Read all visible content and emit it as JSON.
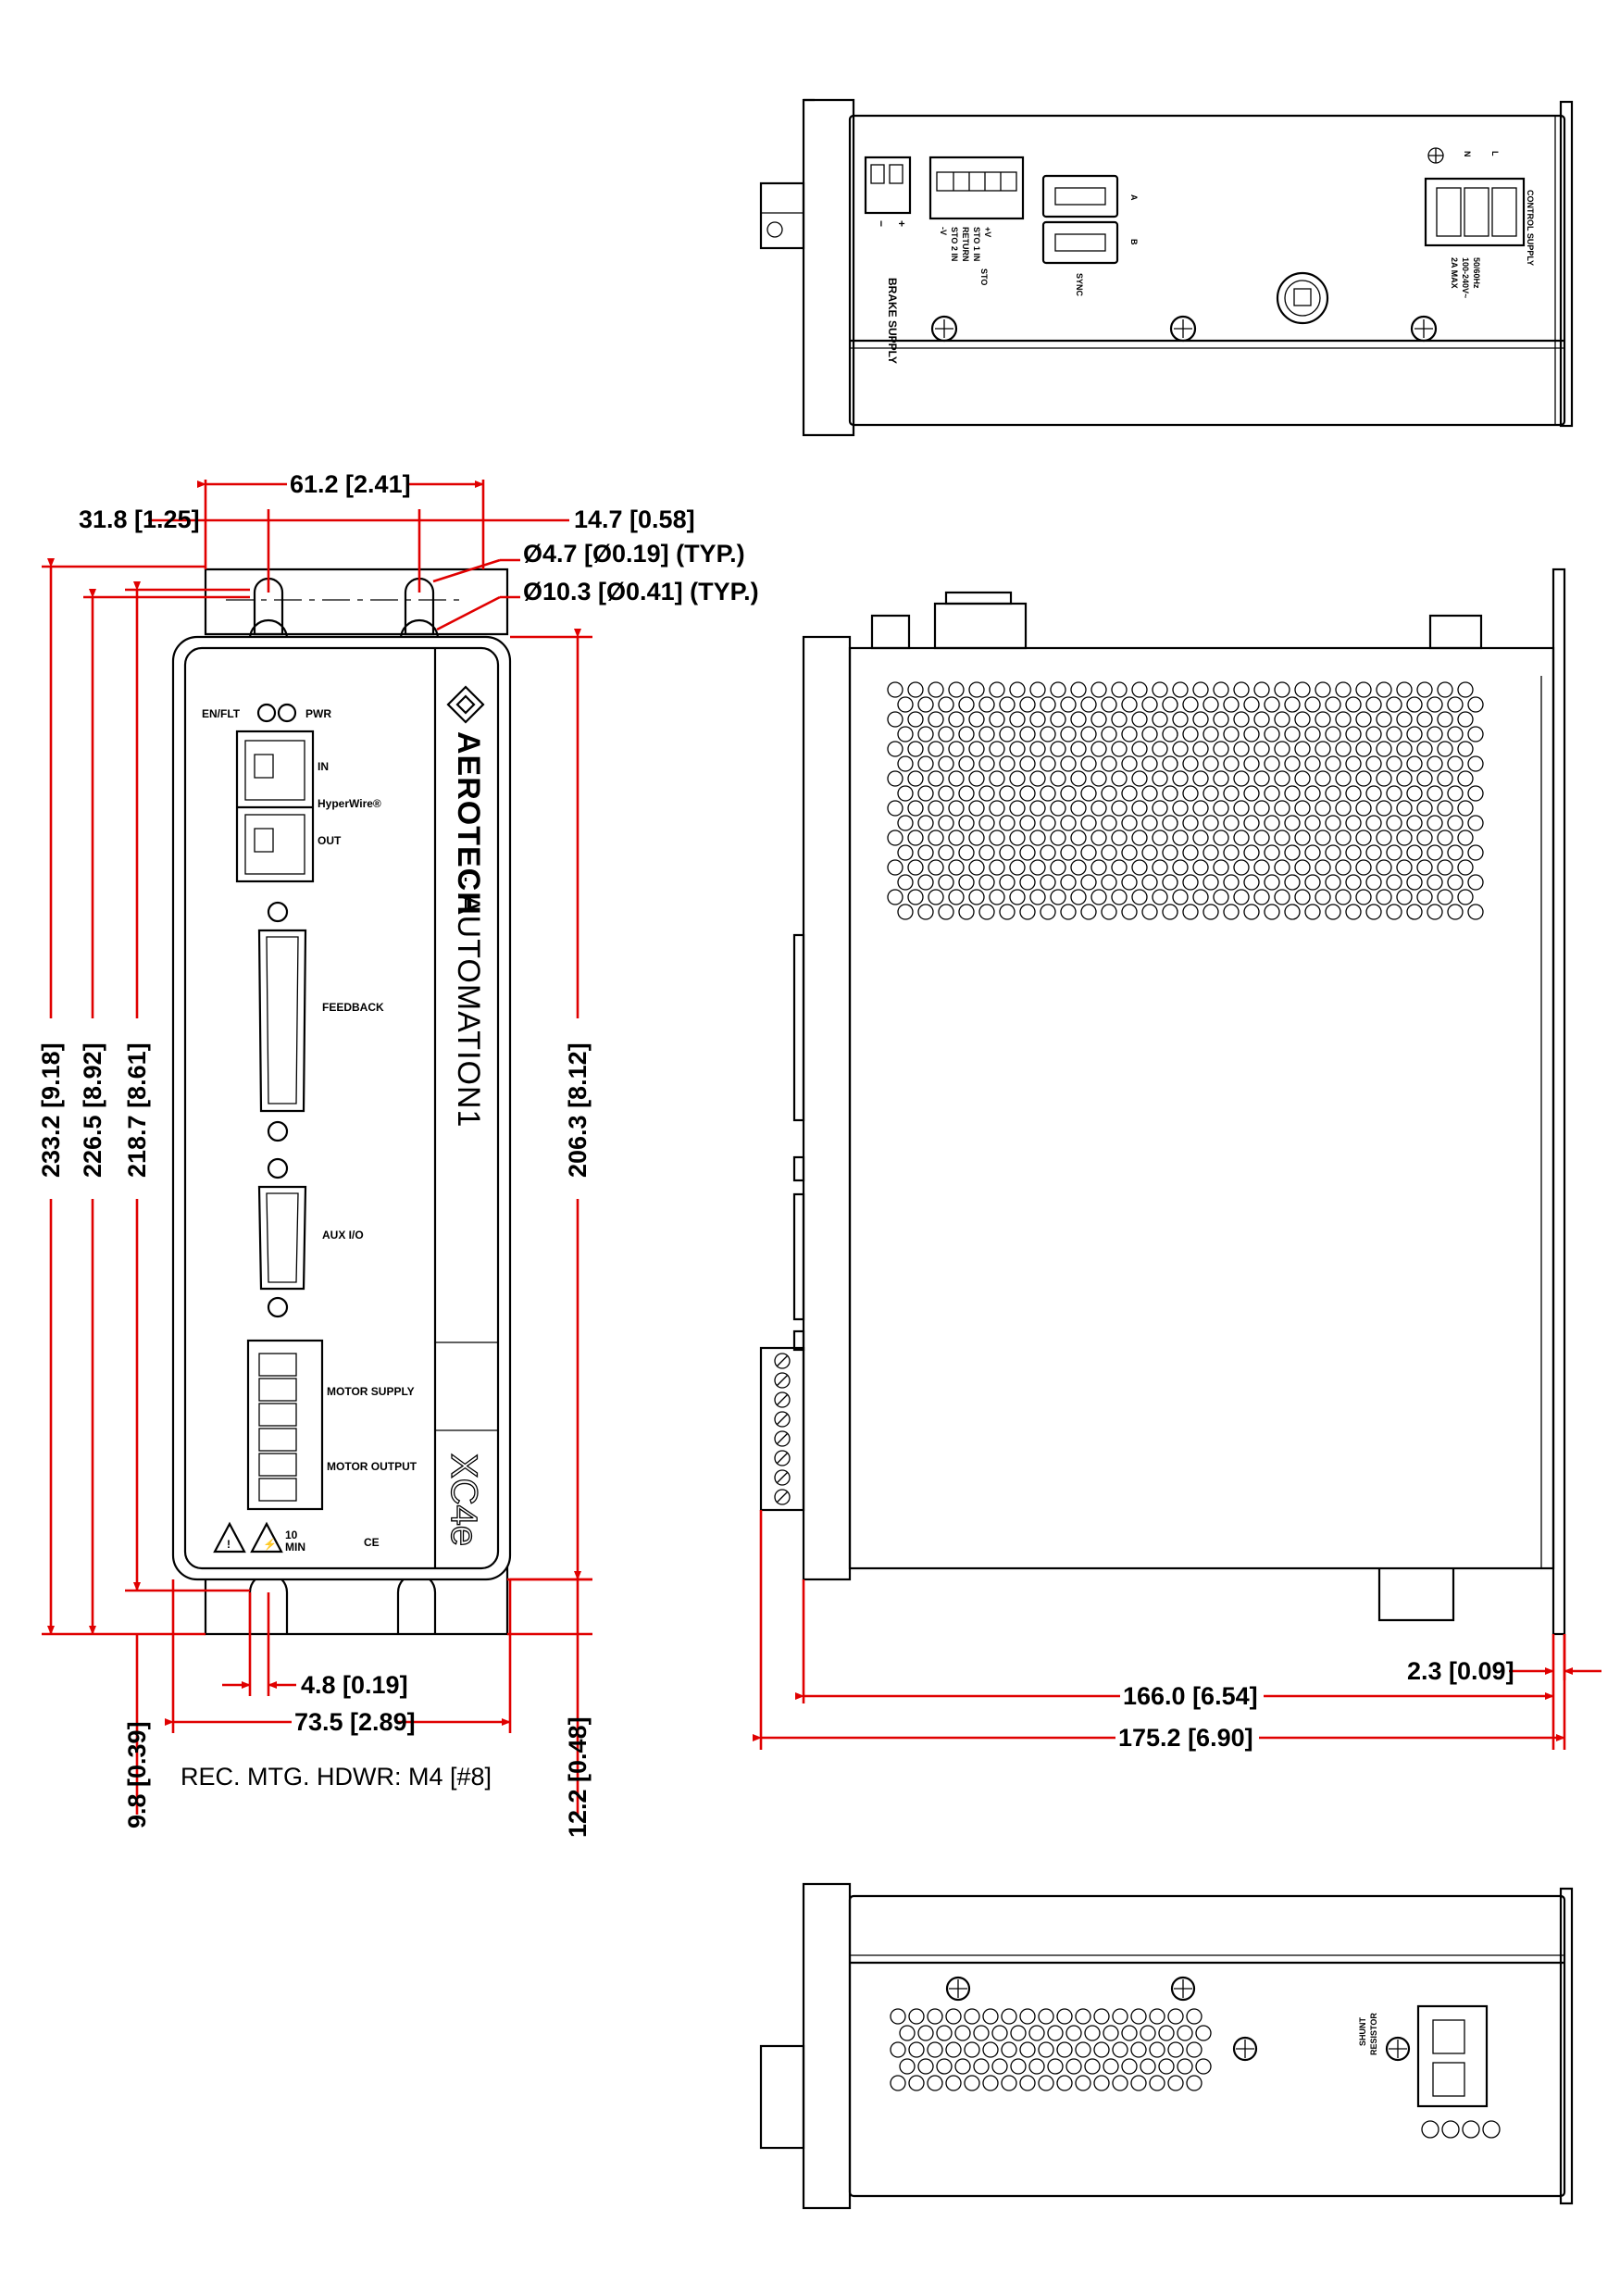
{
  "front_view": {
    "brand": "AEROTECH",
    "product_line": "AUTOMATION1",
    "model": "XC4e",
    "labels": {
      "en_flt": "EN/FLT",
      "pwr": "PWR",
      "in": "IN",
      "hyperwire": "HyperWire®",
      "out": "OUT",
      "feedback": "FEEDBACK",
      "aux_io": "AUX I/O",
      "motor_supply": "MOTOR SUPPLY",
      "motor_output": "MOTOR OUTPUT",
      "min10_a": "10",
      "min10_b": "MIN",
      "ce": "CE"
    }
  },
  "top_view": {
    "labels": {
      "brake_supply": "BRAKE SUPPLY",
      "sto": "STO",
      "sto_left": "STO 2 IN",
      "return_l": "RETURN",
      "sto1": "STO 1 IN",
      "plus_v": "+V",
      "minus_v": "-V",
      "a": "A",
      "b": "B",
      "sync": "SYNC",
      "control_supply": "CONTROL SUPPLY",
      "control_rating1": "100-240V~",
      "control_rating2": "50/60Hz",
      "control_rating3": "2A MAX",
      "n": "N",
      "l": "L"
    }
  },
  "bottom_view": {
    "labels": {
      "shunt1": "SHUNT",
      "shunt2": "RESISTOR"
    }
  },
  "dimensions": {
    "d_61_2": "61.2 [2.41]",
    "d_31_8": "31.8 [1.25]",
    "d_14_7": "14.7 [0.58]",
    "d_hole_small": "Ø4.7 [Ø0.19] (TYP.)",
    "d_hole_large": "Ø10.3 [Ø0.41] (TYP.)",
    "d_233_2": "233.2 [9.18]",
    "d_226_5": "226.5 [8.92]",
    "d_218_7": "218.7 [8.61]",
    "d_206_3": "206.3 [8.12]",
    "d_4_8": "4.8 [0.19]",
    "d_73_5": "73.5 [2.89]",
    "d_9_8": "9.8 [0.39]",
    "d_12_2": "12.2 [0.48]",
    "d_166_0": "166.0 [6.54]",
    "d_175_2": "175.2 [6.90]",
    "d_2_3": "2.3 [0.09]"
  },
  "notes": {
    "hardware": "REC. MTG. HDWR: M4 [#8]"
  },
  "colors": {
    "dimension": "#e00000",
    "outline": "#000000"
  }
}
